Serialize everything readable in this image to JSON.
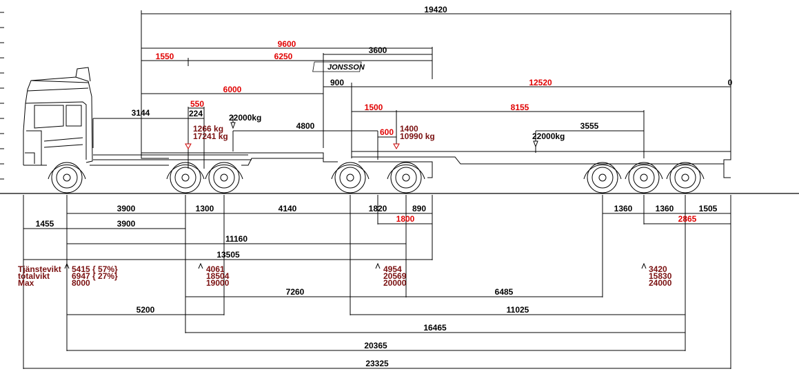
{
  "colors": {
    "dimension_red": "#e00000",
    "weight_darkred": "#7a1010",
    "line": "#000000"
  },
  "top_dims": {
    "overall_trailer": "19420",
    "span_9600": "9600",
    "span_3600": "3600",
    "span_1550": "1550",
    "span_6250": "6250",
    "span_6000": "6000",
    "span_900": "900",
    "span_12520": "12520",
    "zero": "0",
    "span_3144": "3144",
    "span_550": "550",
    "span_224": "224",
    "span_1500": "1500",
    "span_8155": "8155",
    "span_4800": "4800",
    "span_600": "600",
    "span_3555": "3555"
  },
  "loads": {
    "load_front": "22000kg",
    "load_rear": "22000kg",
    "kingpin_1": "1266 kg",
    "kingpin_1b": "17241 kg",
    "kingpin_2": "1400",
    "kingpin_2b": "10990 kg"
  },
  "brand": "JONSSON",
  "bottom_dims": {
    "d_3900_a": "3900",
    "d_1300": "1300",
    "d_4140": "4140",
    "d_1820": "1820",
    "d_890": "890",
    "d_1360_a": "1360",
    "d_1360_b": "1360",
    "d_1505": "1505",
    "d_1455": "1455",
    "d_3900_b": "3900",
    "d_1800": "1800",
    "d_2865": "2865",
    "d_11160": "11160",
    "d_13505": "13505",
    "d_7260": "7260",
    "d_6485": "6485",
    "d_5200": "5200",
    "d_11025": "11025",
    "d_16465": "16465",
    "d_20365": "20365",
    "d_23325": "23325"
  },
  "weights": {
    "labels": [
      "Tjänstevikt",
      "totalvikt",
      "Max"
    ],
    "front": [
      "5415 { 57%}",
      "6947 { 27%}",
      "8000"
    ],
    "drive": [
      "4061",
      "18504",
      "19000"
    ],
    "dolly": [
      "4954",
      "20569",
      "20000"
    ],
    "trailer": [
      "3420",
      "15830",
      "24000"
    ]
  }
}
